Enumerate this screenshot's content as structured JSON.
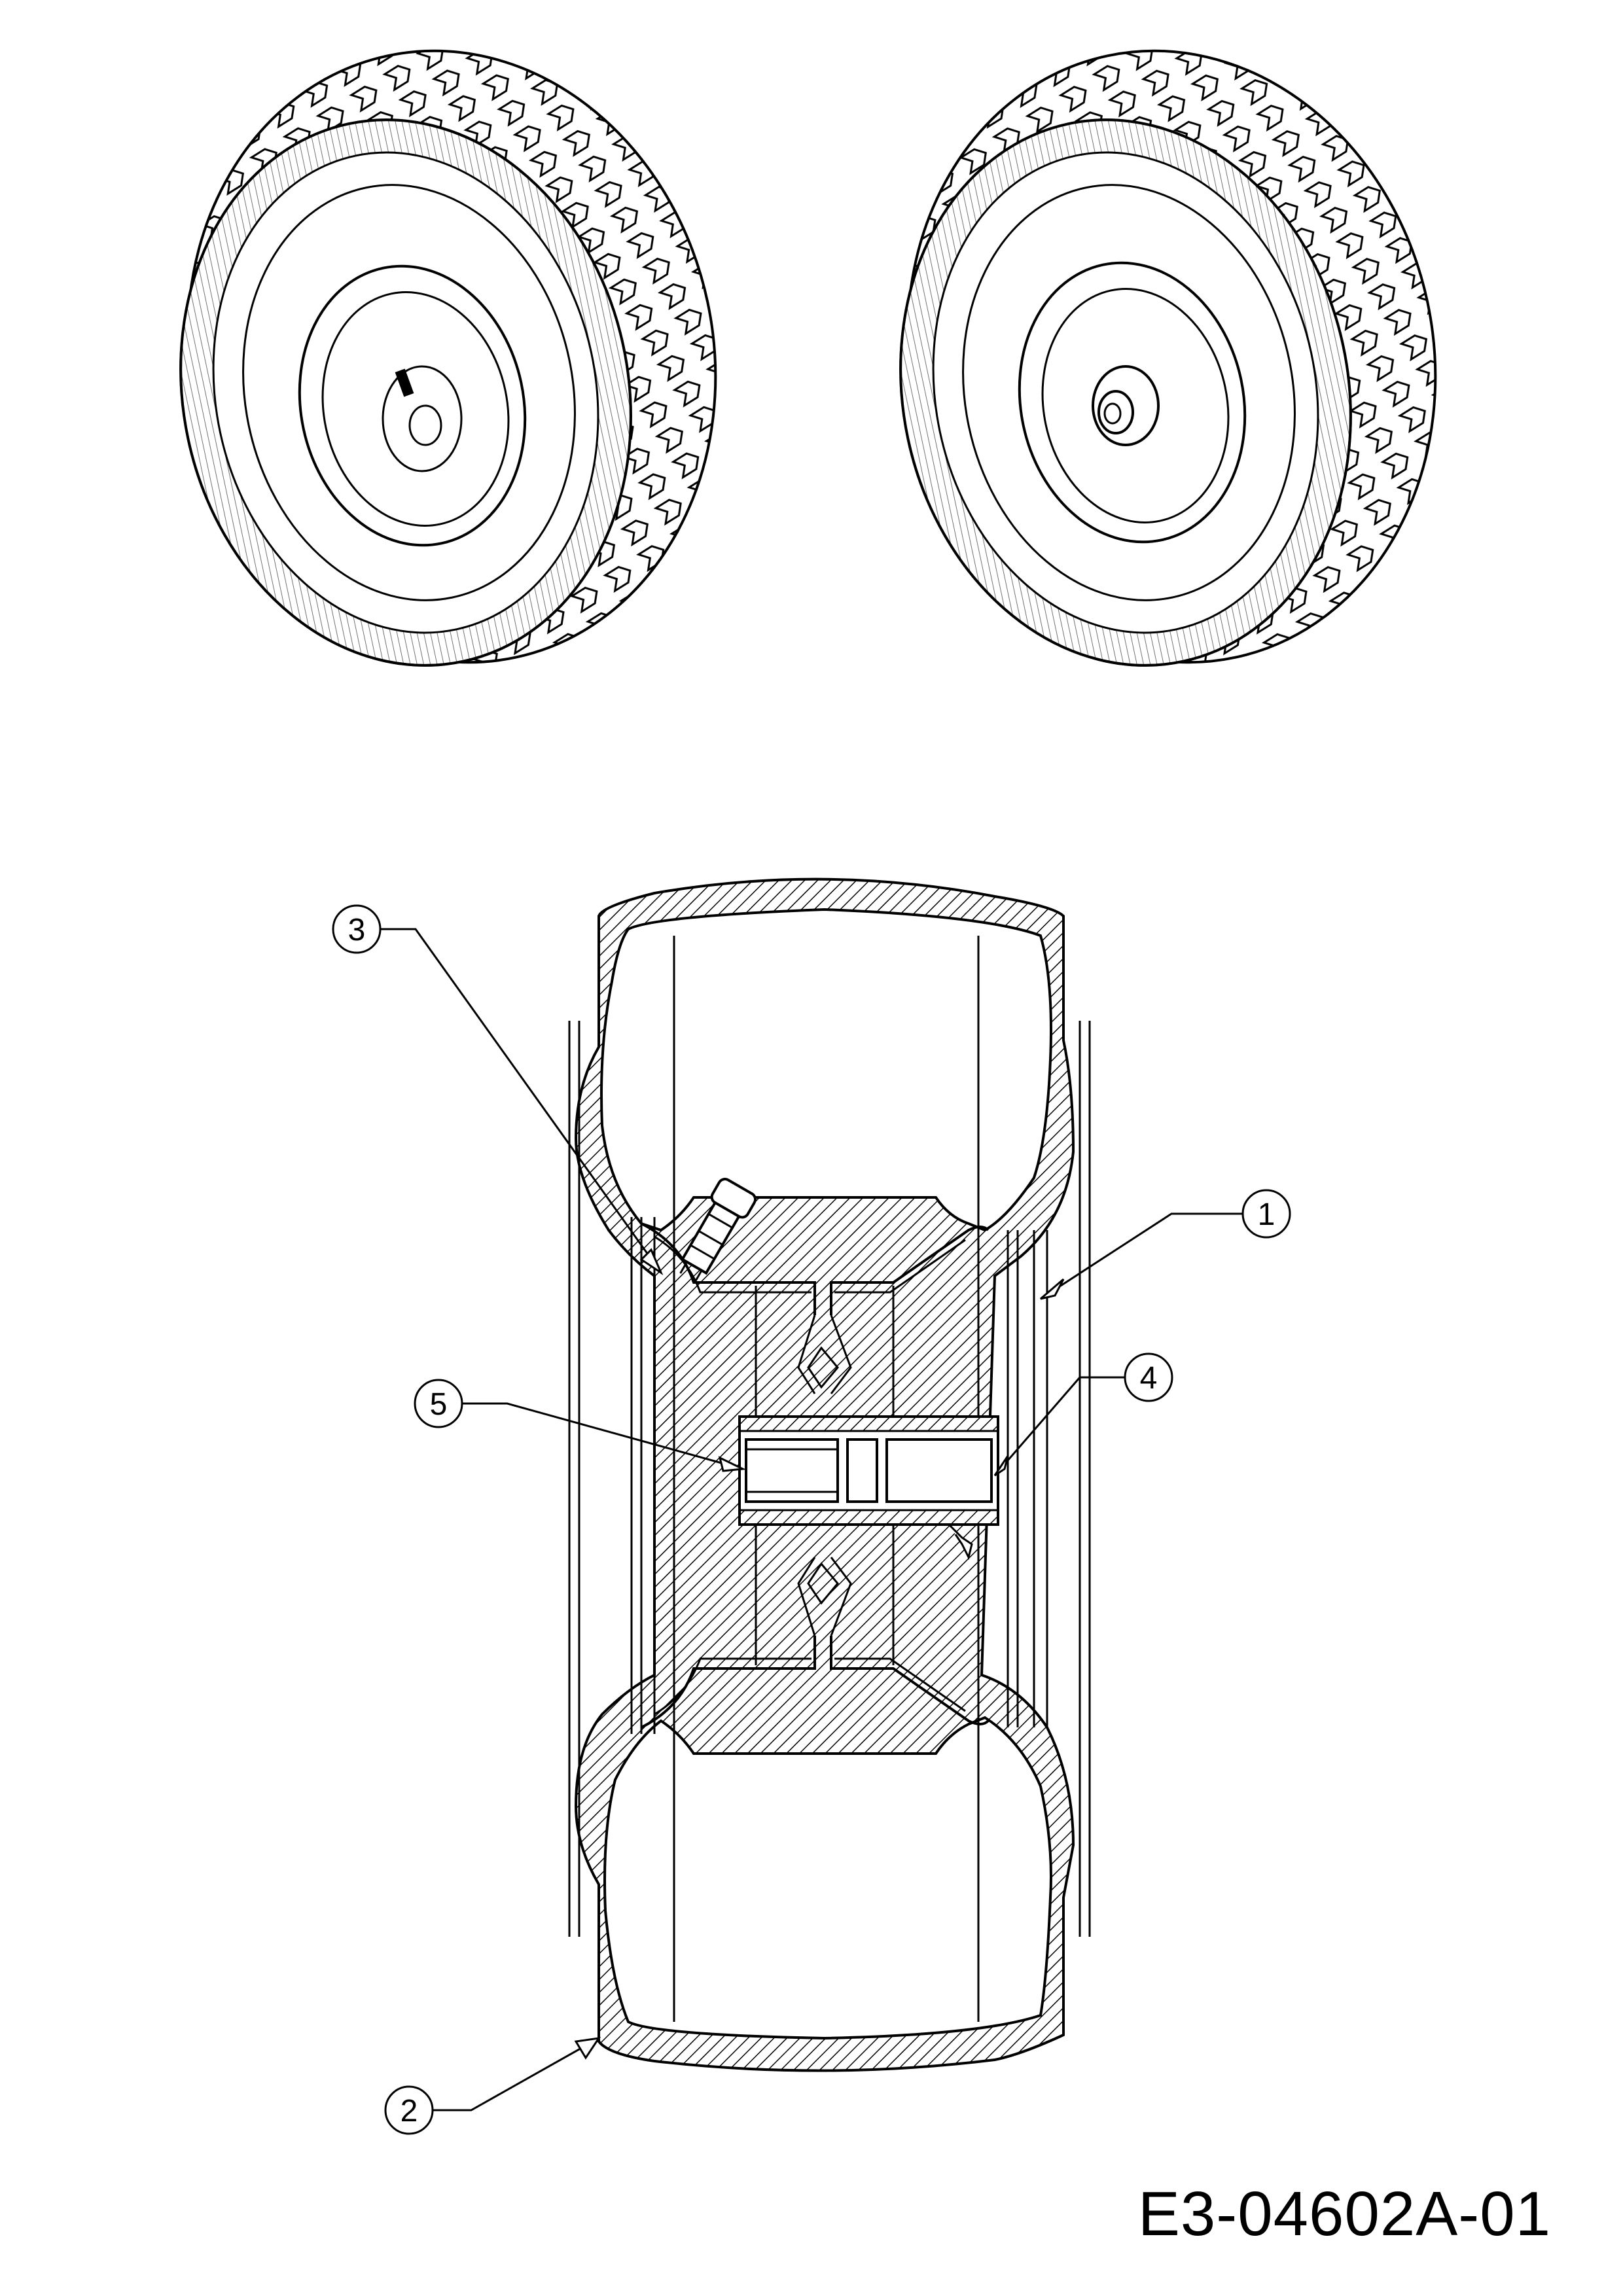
{
  "diagram": {
    "document_id": "E3-04602A-01",
    "callouts": [
      {
        "id": "callout-1",
        "label": "1"
      },
      {
        "id": "callout-2",
        "label": "2"
      },
      {
        "id": "callout-3",
        "label": "3"
      },
      {
        "id": "callout-4",
        "label": "4"
      },
      {
        "id": "callout-5",
        "label": "5"
      }
    ]
  }
}
